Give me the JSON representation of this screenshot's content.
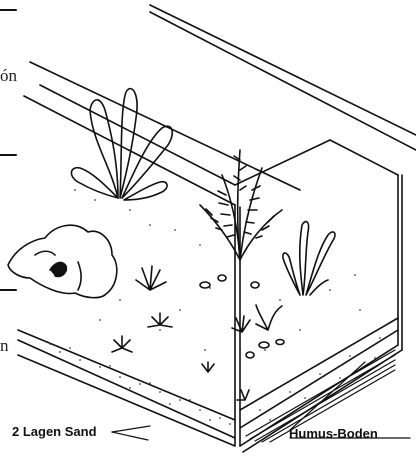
{
  "labels": {
    "sand": "2 Lagen Sand",
    "humus": "Humus-Boden"
  },
  "edge_text": {
    "fragment_1": "ón",
    "fragment_2": "n"
  }
}
